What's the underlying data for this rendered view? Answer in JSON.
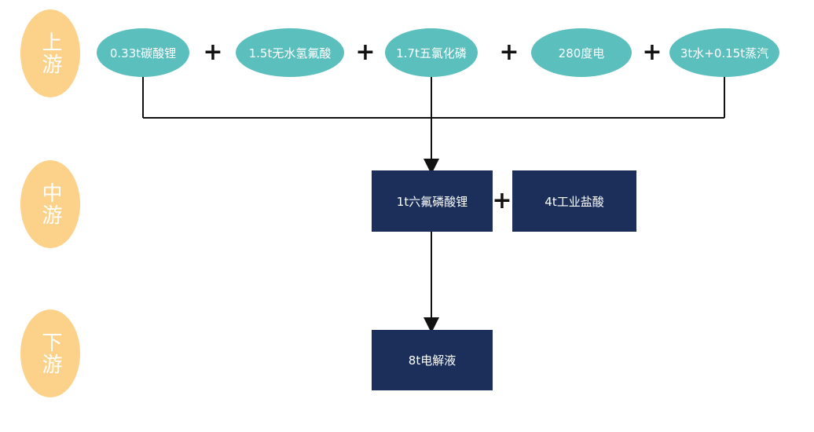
{
  "stages": {
    "upstream": "上游",
    "midstream": "中游",
    "downstream": "下游"
  },
  "upstream_inputs": [
    {
      "label": "0.33t碳酸锂"
    },
    {
      "label": "1.5t无水氢氟酸"
    },
    {
      "label": "1.7t五氯化磷"
    },
    {
      "label": "280度电"
    },
    {
      "label": "3t水+0.15t蒸汽"
    }
  ],
  "operators": {
    "plus": "+"
  },
  "midstream_nodes": [
    {
      "label": "1t六氟磷酸锂"
    },
    {
      "label": "4t工业盐酸"
    }
  ],
  "downstream_node": {
    "label": "8t电解液"
  },
  "colors": {
    "stage_label": "#fcd28a",
    "ellipse": "#5bbfbe",
    "box": "#1b2f5a",
    "connector": "#111111"
  }
}
